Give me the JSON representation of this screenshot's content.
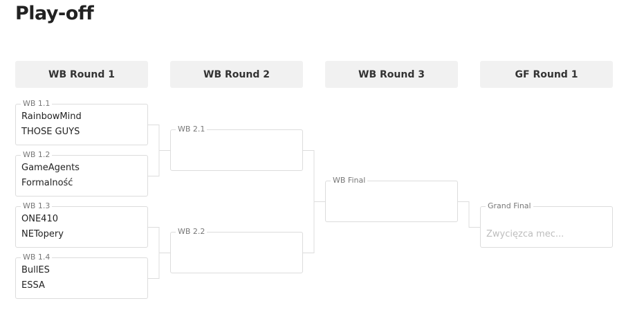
{
  "page": {
    "title": "Play-off"
  },
  "rounds": [
    {
      "label": "WB Round 1"
    },
    {
      "label": "WB Round 2"
    },
    {
      "label": "WB Round 3"
    },
    {
      "label": "GF Round 1"
    }
  ],
  "matches": {
    "wb11": {
      "label": "WB 1.1",
      "team1": "RainbowMind",
      "team2": "THOSE GUYS"
    },
    "wb12": {
      "label": "WB 1.2",
      "team1": "GameAgents",
      "team2": "Formalność"
    },
    "wb13": {
      "label": "WB 1.3",
      "team1": "ONE410",
      "team2": "NETopery"
    },
    "wb14": {
      "label": "WB 1.4",
      "team1": "BullES",
      "team2": "ESSA"
    },
    "wb21": {
      "label": "WB 2.1",
      "team1": "",
      "team2": ""
    },
    "wb22": {
      "label": "WB 2.2",
      "team1": "",
      "team2": ""
    },
    "wbf": {
      "label": "WB Final",
      "team1": "",
      "team2": ""
    },
    "gf": {
      "label": "Grand Final",
      "team1": "",
      "team2": "Zwycięzca mec..."
    }
  },
  "colors": {
    "header_bg": "#f1f1f1",
    "border": "#dcdcdc",
    "placeholder": "#bdbdbd"
  }
}
